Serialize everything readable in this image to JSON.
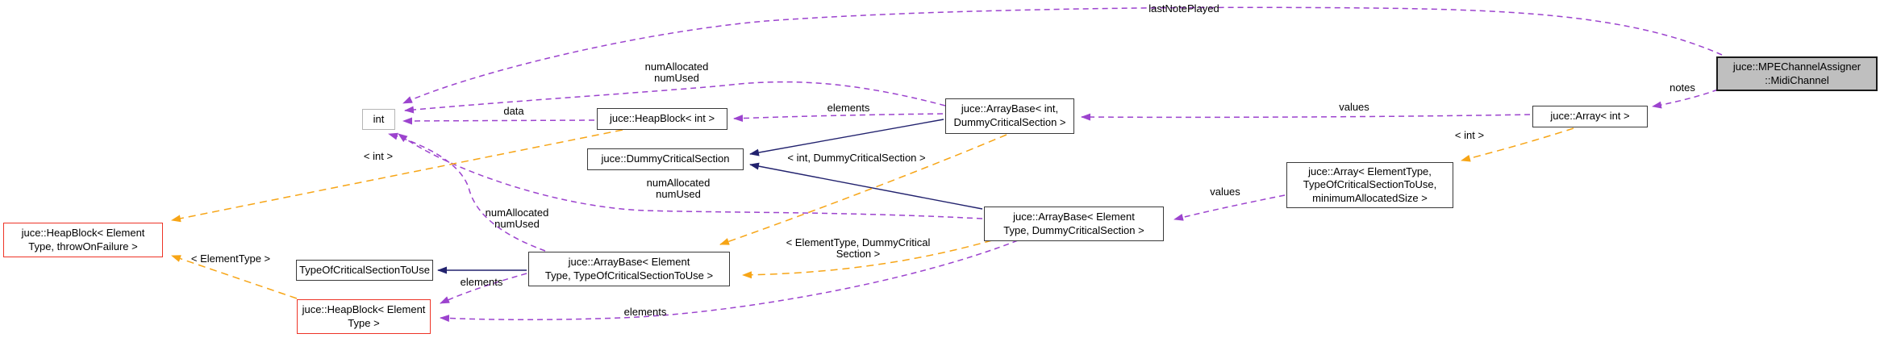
{
  "colors": {
    "background": "#ffffff",
    "text": "#000000",
    "node-fill": "#ffffff",
    "node-fill-focal": "#bfbfbf",
    "node-border": "#3a3a3a",
    "node-border-gray": "#b5b5b5",
    "node-border-red": "#ee3427",
    "edge-usage": "#9c43ce",
    "edge-template": "#f7a516",
    "edge-inheritance": "#22226e"
  },
  "nodes": {
    "int": {
      "label": "int"
    },
    "heapblock_int": {
      "label": "juce::HeapBlock< int >"
    },
    "dummy_critical_section": {
      "label": "juce::DummyCriticalSection"
    },
    "arraybase_int_dummy": {
      "label": "juce::ArrayBase< int,\nDummyCriticalSection >"
    },
    "array_int": {
      "label": "juce::Array< int >"
    },
    "midi_channel": {
      "label": "juce::MPEChannelAssigner\n::MidiChannel"
    },
    "array_elementtype": {
      "label": "juce::Array< ElementType,\nTypeOfCriticalSectionToUse,\nminimumAllocatedSize >"
    },
    "arraybase_elementtype_dummy": {
      "label": "juce::ArrayBase< Element\nType, DummyCriticalSection >"
    },
    "heapblock_elementtype_throwonfailure": {
      "label": "juce::HeapBlock< Element\nType, throwOnFailure >"
    },
    "type_of_critical_section_to_use": {
      "label": "TypeOfCriticalSectionToUse"
    },
    "arraybase_elementtype_tocstu": {
      "label": "juce::ArrayBase< Element\nType, TypeOfCriticalSectionToUse >"
    },
    "heapblock_elementtype": {
      "label": "juce::HeapBlock< Element\nType >"
    }
  },
  "edge_labels": {
    "last_note_played": "lastNotePlayed",
    "num_allocated_top": "numAllocated\nnumUsed",
    "data": "data",
    "elements_top": "elements",
    "values_top": "values",
    "notes": "notes",
    "tmpl_int_right": "< int >",
    "tmpl_int_dummy": "< int, DummyCriticalSection >",
    "num_allocated_mid": "numAllocated\nnumUsed",
    "values_mid": "values",
    "tmpl_elementtype_dummy": "< ElementType, DummyCritical\nSection >",
    "num_allocated_left": "numAllocated\nnumUsed",
    "tmpl_elementtype": "< ElementType >",
    "elements_mid": "elements",
    "elements_bottom": "elements",
    "tmpl_int_left": "< int >"
  }
}
